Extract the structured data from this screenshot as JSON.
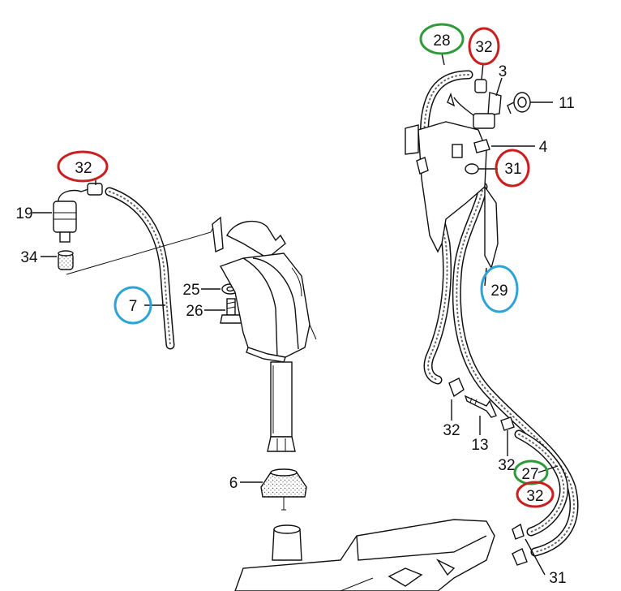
{
  "colors": {
    "red": "#c8201e",
    "green": "#2f9a3a",
    "blue": "#2ea3d6",
    "line": "#111111"
  },
  "callouts": [
    {
      "id": "c28",
      "text": "28",
      "ring": "green"
    },
    {
      "id": "c32a",
      "text": "32",
      "ring": "red"
    },
    {
      "id": "c3",
      "text": "3",
      "ring": "none"
    },
    {
      "id": "c11",
      "text": "11",
      "ring": "none"
    },
    {
      "id": "c4",
      "text": "4",
      "ring": "none"
    },
    {
      "id": "c31a",
      "text": "31",
      "ring": "red"
    },
    {
      "id": "c29",
      "text": "29",
      "ring": "blue"
    },
    {
      "id": "c32b",
      "text": "32",
      "ring": "red"
    },
    {
      "id": "c19",
      "text": "19",
      "ring": "none"
    },
    {
      "id": "c34",
      "text": "34",
      "ring": "none"
    },
    {
      "id": "c7",
      "text": "7",
      "ring": "blue"
    },
    {
      "id": "c25",
      "text": "25",
      "ring": "none"
    },
    {
      "id": "c26",
      "text": "26",
      "ring": "none"
    },
    {
      "id": "c6",
      "text": "6",
      "ring": "none"
    },
    {
      "id": "c32c",
      "text": "32",
      "ring": "none"
    },
    {
      "id": "c13",
      "text": "13",
      "ring": "none"
    },
    {
      "id": "c32d",
      "text": "32",
      "ring": "none"
    },
    {
      "id": "c27",
      "text": "27",
      "ring": "green"
    },
    {
      "id": "c32e",
      "text": "32",
      "ring": "red"
    },
    {
      "id": "c31b",
      "text": "31",
      "ring": "none"
    }
  ]
}
